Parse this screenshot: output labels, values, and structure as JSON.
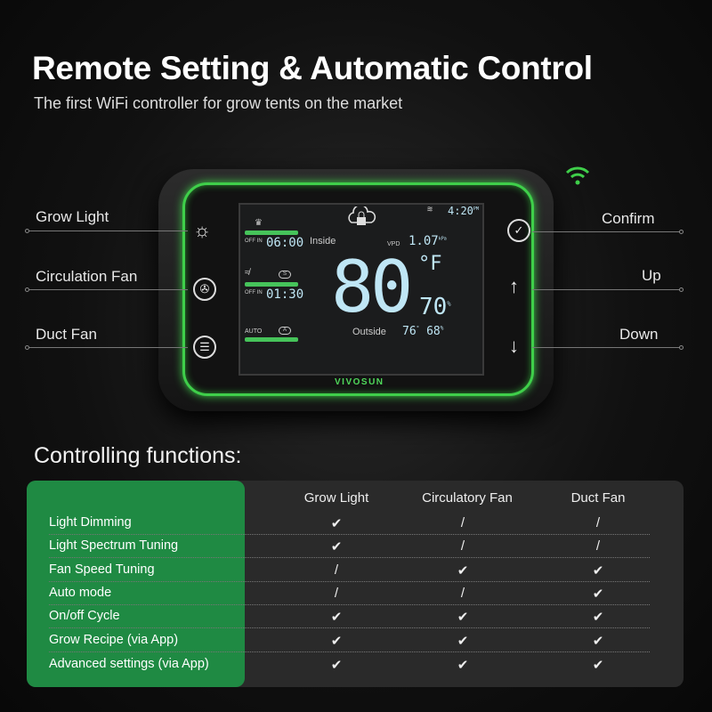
{
  "header": {
    "title": "Remote Setting & Automatic Control",
    "subtitle": "The first WiFi controller for grow tents on the market"
  },
  "device": {
    "left_labels": [
      "Grow Light",
      "Circulation Fan",
      "Duct Fan"
    ],
    "right_labels": [
      "Confirm",
      "Up",
      "Down"
    ],
    "brand": "VIVOSUN",
    "screen": {
      "time": "4:20",
      "time_suffix": "PM",
      "light_off_label": "OFF IN",
      "light_timer": "06:00",
      "fan_off_label": "OFF IN",
      "fan_timer": "01:30",
      "auto_label": "AUTO",
      "inside_label": "Inside",
      "vpd_label": "VPD",
      "vpd_value": "1.07",
      "vpd_unit": "kPa",
      "temperature": "80",
      "temp_unit": "°F",
      "humidity": "70",
      "humidity_unit": "%",
      "outside_label": "Outside",
      "outside_temp": "76",
      "outside_temp_unit": "°",
      "outside_humidity": "68",
      "outside_humidity_unit": "%",
      "fan_mode_1": "S",
      "fan_mode_2": "A"
    },
    "wifi_color": "#3fcf4a"
  },
  "functions": {
    "title": "Controlling functions:",
    "columns": [
      "Grow Light",
      "Circulatory Fan",
      "Duct Fan"
    ],
    "rows": [
      {
        "label": "Light Dimming",
        "values": [
          "✔",
          "/",
          "/"
        ]
      },
      {
        "label": "Light Spectrum Tuning",
        "values": [
          "✔",
          "/",
          "/"
        ]
      },
      {
        "label": "Fan Speed Tuning",
        "values": [
          "/",
          "✔",
          "✔"
        ]
      },
      {
        "label": "Auto mode",
        "values": [
          "/",
          "/",
          "✔"
        ]
      },
      {
        "label": "On/off Cycle",
        "values": [
          "✔",
          "✔",
          "✔"
        ]
      },
      {
        "label": "Grow Recipe (via App)",
        "values": [
          "✔",
          "✔",
          "✔"
        ]
      },
      {
        "label": "Advanced settings (via App)",
        "values": [
          "✔",
          "✔",
          "✔"
        ]
      }
    ]
  }
}
